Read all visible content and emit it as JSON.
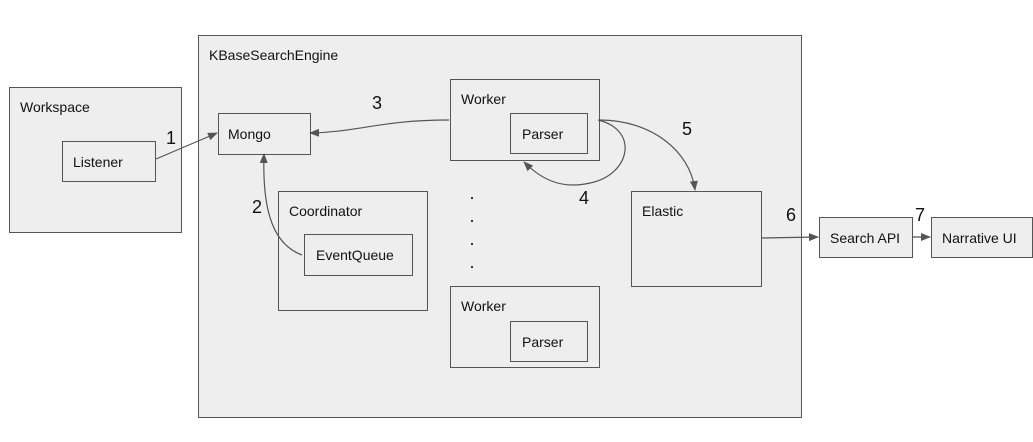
{
  "workspace": {
    "title": "Workspace",
    "listener": "Listener"
  },
  "engine": {
    "title": "KBaseSearchEngine",
    "mongo": "Mongo",
    "coordinator": "Coordinator",
    "event_queue": "EventQueue",
    "worker_top": {
      "title": "Worker",
      "parser": "Parser"
    },
    "worker_bottom": {
      "title": "Worker",
      "parser": "Parser"
    },
    "elastic": "Elastic"
  },
  "search_api": "Search API",
  "narrative_ui": "Narrative UI",
  "edge_labels": {
    "e1": "1",
    "e2": "2",
    "e3": "3",
    "e4": "4",
    "e5": "5",
    "e6": "6",
    "e7": "7"
  },
  "ellipsis": [
    ".",
    ".",
    ".",
    "."
  ]
}
